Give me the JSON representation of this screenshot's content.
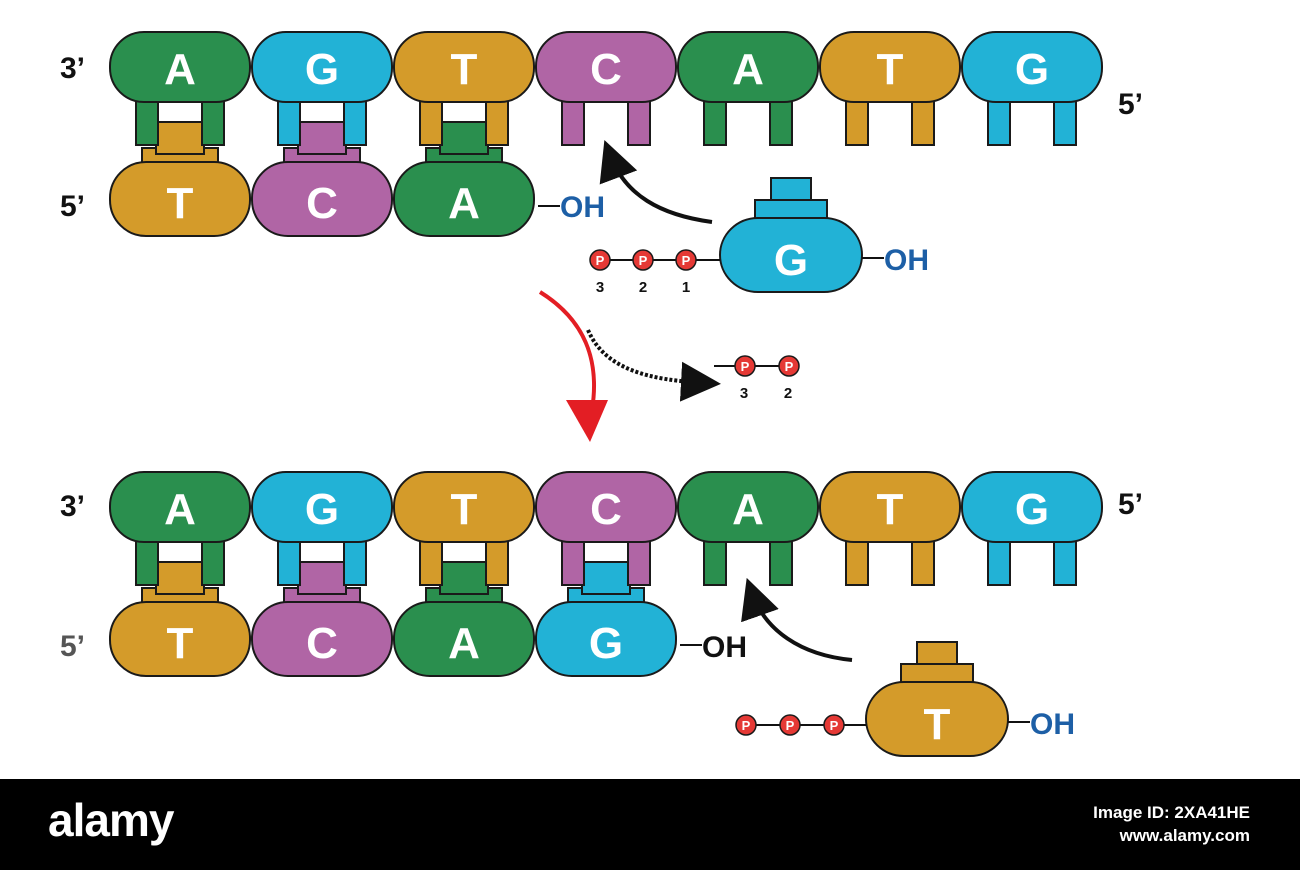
{
  "colors": {
    "A": "#2a8f4e",
    "T": "#d49b2a",
    "C": "#b065a5",
    "G": "#22b2d6",
    "outline": "#1a1a1a",
    "phosphate": "#e53935",
    "oh": "#1d5fa6",
    "arrow_red": "#e31e24",
    "arrow_black": "#111111"
  },
  "step1": {
    "template_label_left": "3’",
    "template_label_right": "5’",
    "template": [
      "A",
      "G",
      "T",
      "C",
      "A",
      "T",
      "G"
    ],
    "new_strand_label": "5’",
    "new_strand": [
      "T",
      "C",
      "A"
    ],
    "new_strand_end": "OH",
    "incoming": {
      "base": "G",
      "end": "OH",
      "phosphate_symbol": "P",
      "phosphate_numbers": [
        "3",
        "2",
        "1"
      ]
    }
  },
  "released": {
    "phosphate_symbol": "P",
    "phosphate_numbers": [
      "3",
      "2"
    ]
  },
  "step2": {
    "template_label_left": "3’",
    "template_label_right": "5’",
    "template": [
      "A",
      "G",
      "T",
      "C",
      "A",
      "T",
      "G"
    ],
    "new_strand_label": "5’",
    "new_strand": [
      "T",
      "C",
      "A",
      "G"
    ],
    "new_strand_end": "OH",
    "incoming": {
      "base": "T",
      "end": "OH",
      "phosphate_symbol": "P"
    }
  },
  "footer": {
    "brand": "alamy",
    "image_id": "Image ID: 2XA41HE",
    "site": "www.alamy.com"
  }
}
